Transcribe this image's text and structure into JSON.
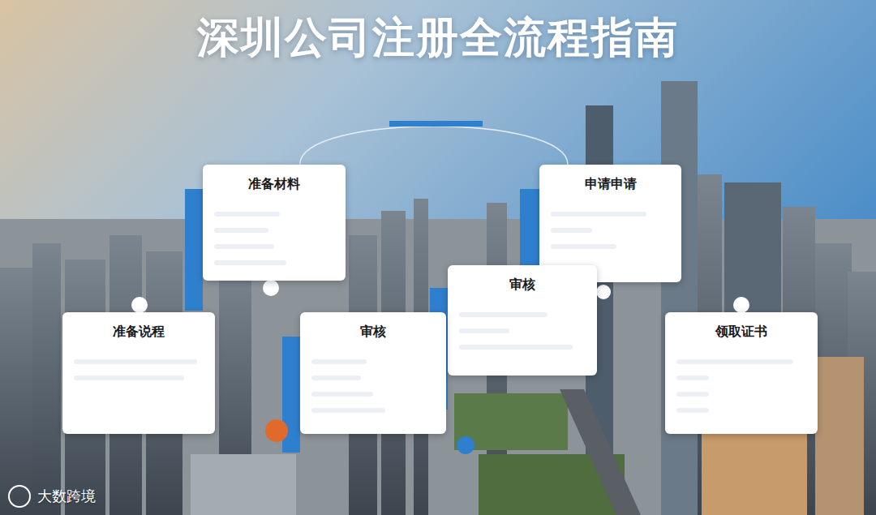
{
  "diagram": {
    "title": "深圳公司注册全流程指南",
    "nodes": [
      {
        "text": [
          "准备材料"
        ]
      },
      {
        "text": [
          "申请申请"
        ]
      },
      {
        "text": [
          "审核"
        ]
      },
      {
        "text": [
          "准备说程"
        ]
      },
      {
        "text": [
          "审核"
        ]
      },
      {
        "text": [
          "领取证书"
        ]
      }
    ],
    "edges": [
      {
        "from": 0,
        "to": 1,
        "arrow": "none"
      }
    ],
    "labels": [
      "大数跨境"
    ]
  }
}
